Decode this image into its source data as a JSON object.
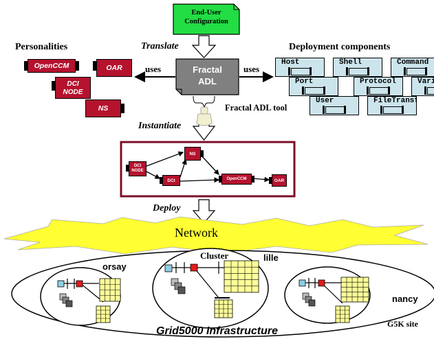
{
  "end_user_box": {
    "line1": "End-User",
    "line2": "Configuration"
  },
  "labels": {
    "translate": "Translate",
    "instantiate": "Instantiate",
    "deploy": "Deploy",
    "uses_left": "uses",
    "uses_right": "uses",
    "fractal_adl_tool": "Fractal ADL tool",
    "personalities": "Personalities",
    "deployment_components": "Deployment components"
  },
  "fractal_adl": {
    "line1": "Fractal",
    "line2": "ADL"
  },
  "personalities": [
    {
      "id": "opencm",
      "label": "OpenCCM"
    },
    {
      "id": "oar",
      "label": "OAR"
    },
    {
      "id": "dci-node",
      "line1": "DCI",
      "line2": "NODE"
    },
    {
      "id": "ns",
      "label": "NS"
    }
  ],
  "deployment_components": [
    {
      "id": "host",
      "label": "Host"
    },
    {
      "id": "shell",
      "label": "Shell"
    },
    {
      "id": "command",
      "label": "Command"
    },
    {
      "id": "port",
      "label": "Port"
    },
    {
      "id": "protocol",
      "label": "Protocol"
    },
    {
      "id": "variable",
      "label": "Variable"
    },
    {
      "id": "user",
      "label": "User"
    },
    {
      "id": "filetransfer",
      "label": "FileTransfer"
    }
  ],
  "assembly": {
    "dci_node": {
      "line1": "DCI",
      "line2": "NODE"
    },
    "dci": "DCI",
    "ns": "NS",
    "opencm": "OpenCCM",
    "oar": "OAR"
  },
  "network": "Network",
  "grid": {
    "title": "Grid5000 Infrastructure",
    "sites": {
      "orsay": "orsay",
      "cluster": "Cluster",
      "lille": "lille",
      "nancy": "nancy"
    },
    "g5k_site": "G5K site"
  },
  "colors": {
    "component_red": "#b5122e",
    "deploy_box": "#cce4ec",
    "end_user_green": "#22dd44",
    "fractal_grey": "#808080",
    "network_yellow": "#ffff33",
    "grid_yellow": "#ffff99",
    "assembly_border": "#7a0f28"
  }
}
